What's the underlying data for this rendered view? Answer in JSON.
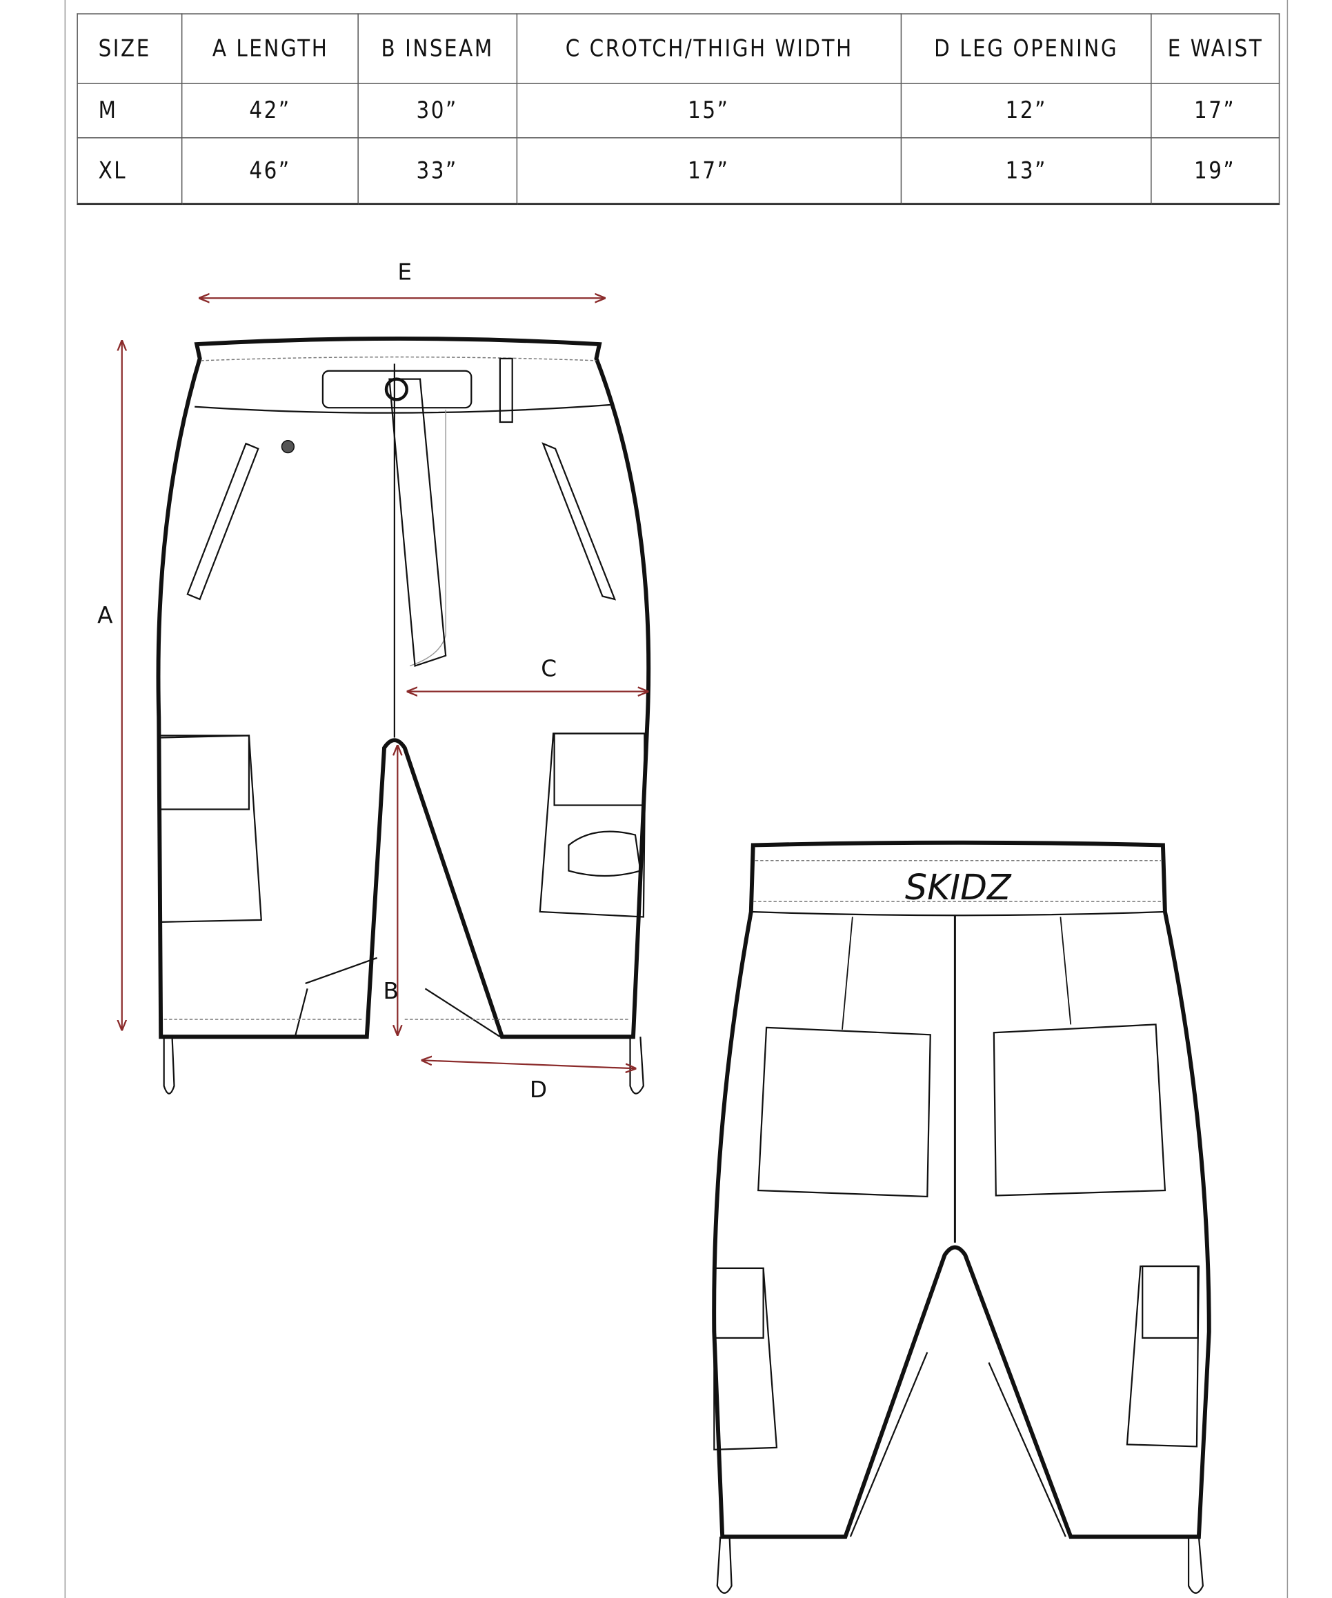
{
  "size_chart": {
    "headers": [
      "SIZE",
      "A LENGTH",
      "B INSEAM",
      "C CROTCH/THIGH WIDTH",
      "D LEG OPENING",
      "E WAIST"
    ],
    "rows": [
      [
        "M",
        "42”",
        "30”",
        "15”",
        "12”",
        "17”"
      ],
      [
        "XL",
        "46”",
        "33”",
        "17”",
        "13”",
        "19”"
      ]
    ]
  },
  "measure_labels": {
    "a": "A",
    "b": "B",
    "c": "C",
    "d": "D",
    "e": "E"
  },
  "logo_text": "SKIDZ",
  "colors": {
    "dimension_arrow": "#8b2b2b",
    "outline": "#111111",
    "stitch": "#777777"
  }
}
